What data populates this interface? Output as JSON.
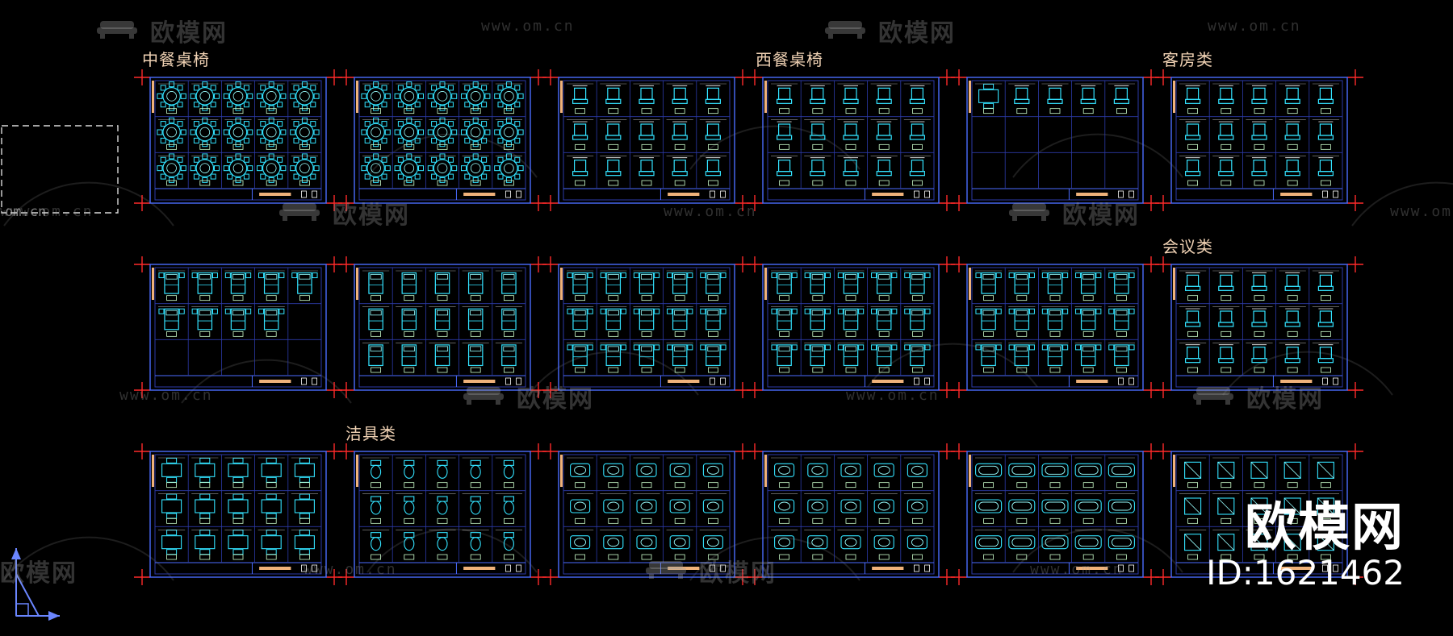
{
  "brand": {
    "watermark_logo_text": "欧模网",
    "watermark_url": "www.om.cn",
    "badge_text": "欧模网",
    "badge_id": "ID:1621462"
  },
  "sheet_labels": [
    {
      "text": "中餐桌椅"
    },
    {
      "text": "西餐桌椅"
    },
    {
      "text": "客房类"
    },
    {
      "text": "会议类"
    },
    {
      "text": "洁具类"
    }
  ],
  "layout_hint": {
    "rows": 3,
    "columns": 6
  },
  "colors": {
    "background": "#000000",
    "frame": "#4b6cff",
    "frame_dark": "#2c3aa8",
    "crosshair": "#ff2a2a",
    "cad_symbol": "#33e3ff",
    "cad_symbol_alt": "#9ff",
    "title_strip": "#f0b27a",
    "label": "#f0d2b4",
    "watermark": "#a0a0a0"
  },
  "icons": {
    "watermark_logo": "sofa-logo-icon",
    "ucs": "ucs-axis-icon",
    "viewport": "dashed-viewport-rect"
  }
}
